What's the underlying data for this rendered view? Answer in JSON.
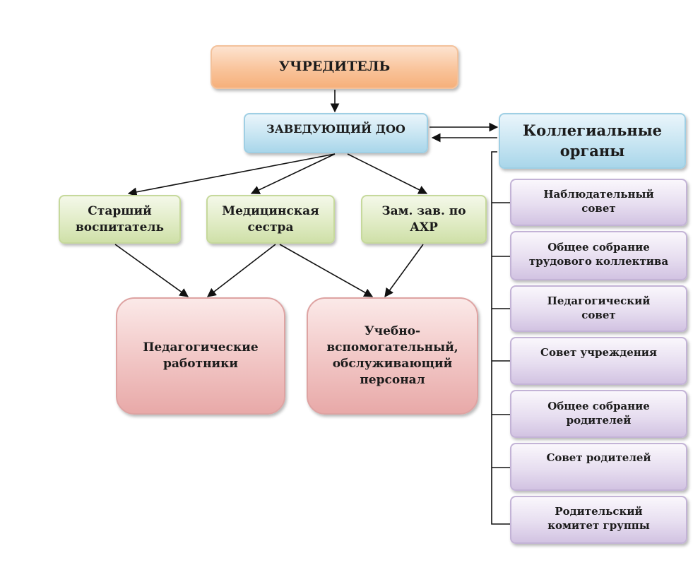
{
  "founder": {
    "label": "УЧРЕДИТЕЛЬ"
  },
  "head": {
    "label": "ЗАВЕДУЮЩИЙ ДОО"
  },
  "collegial": {
    "label": "Коллегиальные\nорганы"
  },
  "staff": [
    {
      "label": "Старший\nвоспитатель"
    },
    {
      "label": "Медицинская\nсестра"
    },
    {
      "label": "Зам. зав. по\nАХР"
    }
  ],
  "workers": [
    {
      "label": "Педагогические\nработники"
    },
    {
      "label": "Учебно-\nвспомогательный,\nобслуживающий\nперсонал"
    }
  ],
  "bodies": [
    {
      "label": "Наблюдательный\nсовет"
    },
    {
      "label": "Общее собрание\nтрудового коллектива"
    },
    {
      "label": "Педагогический\nсовет"
    },
    {
      "label": "Совет учреждения"
    },
    {
      "label": "Общее собрание\nродителей"
    },
    {
      "label": "Совет родителей"
    },
    {
      "label": "Родительский\nкомитет группы"
    }
  ]
}
